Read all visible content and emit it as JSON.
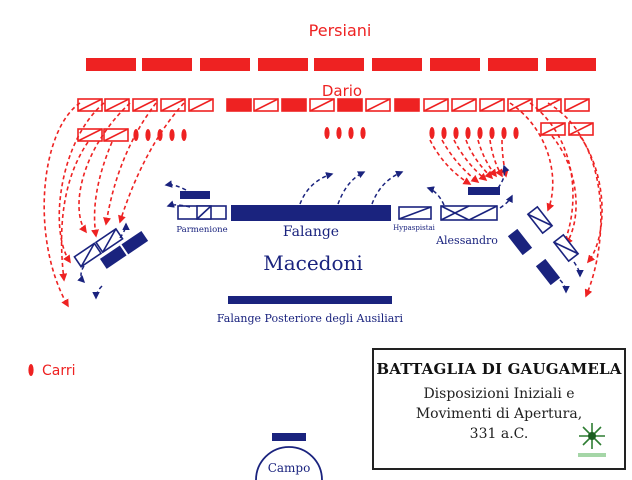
{
  "labels": {
    "persians": "Persiani",
    "darius": "Dario",
    "parmenion": "Parmenione",
    "phalanx": "Falange",
    "hypaspists": "Hypaspistai",
    "alexander": "Alessandro",
    "macedonians": "Macedoni",
    "rear_phalanx": "Falange Posteriore degli Ausiliari",
    "chariots_legend": "Carri",
    "camp": "Campo"
  },
  "legend": {
    "title": "BATTAGLIA DI GAUGAMELA",
    "line1": "Disposizioni Iniziali e",
    "line2": "Movimenti di Apertura,",
    "line3": "331 a.C."
  },
  "colors": {
    "persian": "#ee2222",
    "macedonian": "#1a237e"
  },
  "icons": {
    "chariot": "chariot-icon",
    "logo": "compass-star-icon"
  }
}
